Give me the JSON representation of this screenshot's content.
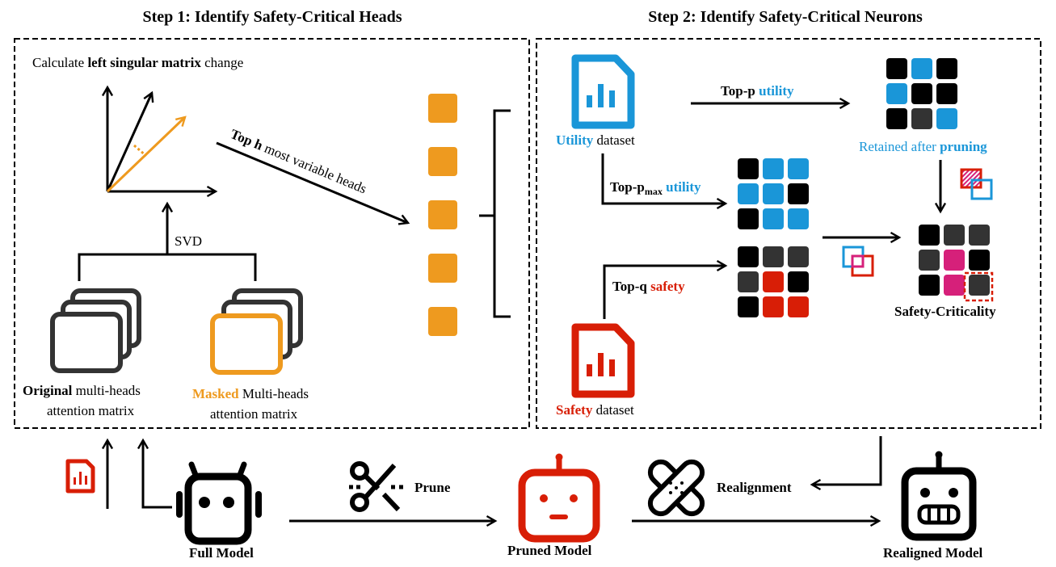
{
  "colors": {
    "blue": "#1a96d8",
    "red": "#d81e06",
    "orange": "#ee9a1f",
    "magenta": "#d6207a",
    "black": "#000000",
    "dark": "#333333"
  },
  "step1": {
    "title": "Step 1: Identify Safety-Critical Heads",
    "calc_prefix": "Calculate ",
    "calc_bold": "left singular matrix",
    "calc_suffix": " change",
    "top_h_bold": "Top h",
    "top_h_rest": " most variable heads",
    "svd": "SVD",
    "original_bold": "Original",
    "original_rest": " multi-heads",
    "original_line2": "attention matrix",
    "masked_bold": "Masked",
    "masked_rest": " Multi-heads",
    "masked_line2": "attention matrix"
  },
  "step2": {
    "title": "Step 2: Identify Safety-Critical Neurons",
    "utility_bold": "Utility",
    "utility_rest": " dataset",
    "safety_bold": "Safety",
    "safety_rest": " dataset",
    "top_p": "Top-p ",
    "top_p_color": "utility",
    "top_pmax": "Top-p",
    "top_pmax_sub": "max",
    "top_pmax_color": " utility",
    "top_q": "Top-q ",
    "top_q_color": "safety",
    "retained": "Retained after ",
    "retained_bold": "pruning",
    "safety_criticality": "Safety-Criticality",
    "grids": {
      "retained": [
        "black",
        "blue",
        "black",
        "blue",
        "black",
        "black",
        "black",
        "dark",
        "blue"
      ],
      "utility": [
        "black",
        "blue",
        "blue",
        "blue",
        "blue",
        "black",
        "black",
        "blue",
        "blue"
      ],
      "safety": [
        "black",
        "dark",
        "dark",
        "dark",
        "red",
        "black",
        "black",
        "red",
        "red"
      ],
      "result": [
        "black",
        "dark",
        "dark",
        "dark",
        "magenta",
        "black",
        "black",
        "magenta",
        "dark"
      ]
    }
  },
  "bottom": {
    "full_model": "Full Model",
    "prune": "Prune",
    "pruned_model": "Pruned Model",
    "realignment": "Realignment",
    "realigned_model": "Realigned Model"
  }
}
